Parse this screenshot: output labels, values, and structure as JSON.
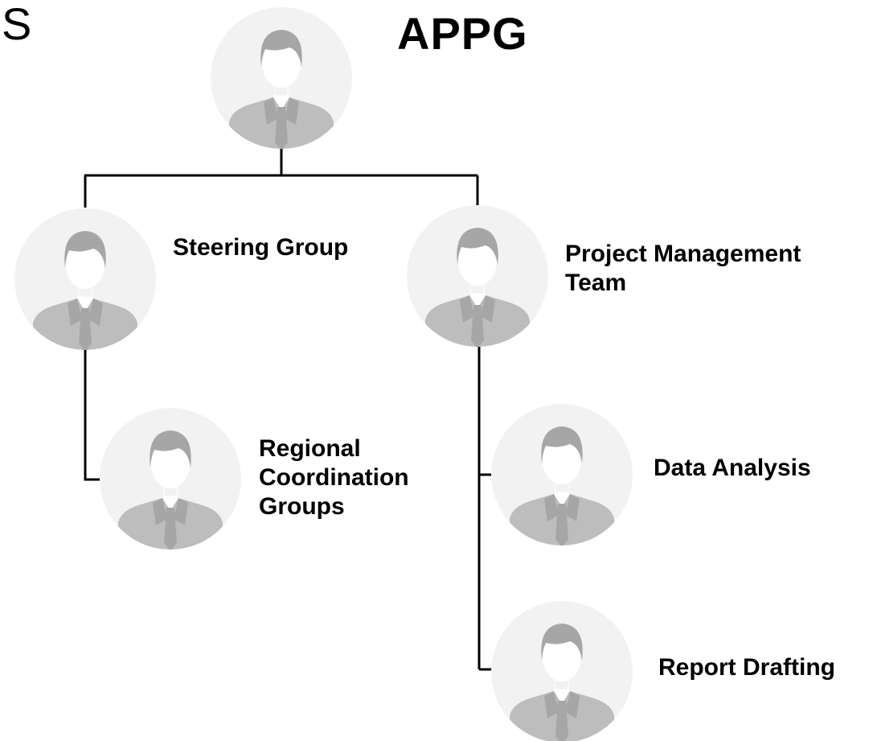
{
  "corner_text": "S",
  "title": "APPG",
  "nodes": {
    "root": {
      "label": ""
    },
    "steering": {
      "label": "Steering Group"
    },
    "pmt": {
      "label_line1": "Project Management",
      "label_line2": "Team"
    },
    "regional": {
      "label_line1": "Regional",
      "label_line2": "Coordination",
      "label_line3": "Groups"
    },
    "data": {
      "label": "Data Analysis"
    },
    "report": {
      "label": "Report Drafting"
    }
  },
  "colors": {
    "avatar_bg": "#f2f2f2",
    "person": "#bdbdbd",
    "person_dark": "#a6a6a6",
    "shirt": "#ffffff",
    "connector": "#000000",
    "text": "#000000"
  },
  "icon": "person-avatar-icon"
}
